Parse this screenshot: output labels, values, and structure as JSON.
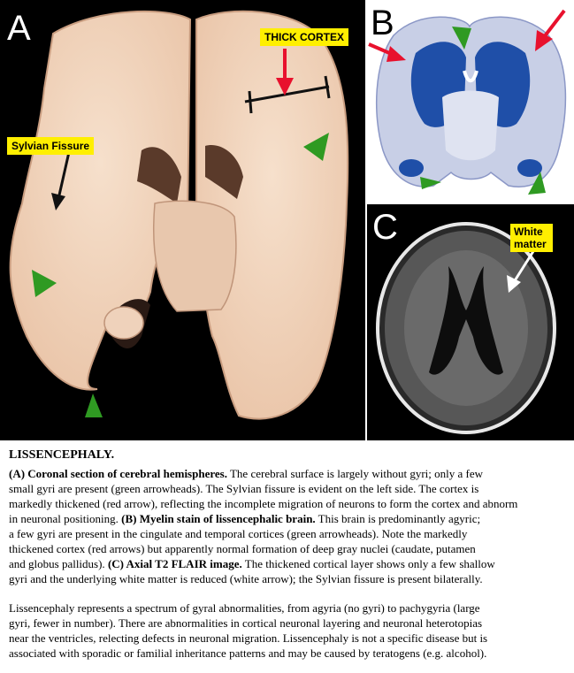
{
  "panels": {
    "a": {
      "letter": "A",
      "thick_cortex_label": "THICK CORTEX",
      "sylvian_label": "Sylvian Fissure"
    },
    "b": {
      "letter": "B"
    },
    "c": {
      "letter": "C",
      "white_matter_label": "White matter"
    }
  },
  "colors": {
    "arrow_red": "#e8112d",
    "arrowhead_green": "#2f9a22",
    "label_yellow": "#ffef00",
    "myelin_blue": "#1f4fa8"
  },
  "caption": {
    "title": "LISSENCEPHALY.",
    "lines": [
      {
        "a": "(A) ",
        "b": "Coronal section of cerebral hemispheres.",
        "c": " The cerebral surface is largely without gyri; only a few"
      },
      {
        "a": "",
        "b": "",
        "c": "small gyri are present (green arrowheads). The Sylvian fissure is evident on the left side. The cortex is"
      },
      {
        "a": "",
        "b": "",
        "c": "markedly thickened (red arrow), reflecting the incomplete migration of neurons to form the cortex and abnorm"
      },
      {
        "a": "",
        "b": "",
        "c": "in neuronal positioning. ",
        "d": "(B) Myelin stain of lissencephalic brain.",
        "e": " This brain is predominantly agyric;"
      },
      {
        "a": "",
        "b": "",
        "c": "a few gyri are present in the cingulate and temporal cortices (green arrowheads). Note the markedly"
      },
      {
        "a": "",
        "b": "",
        "c": "thickened cortex (red arrows) but apparently normal  formation of deep gray nuclei (caudate, putamen"
      },
      {
        "a": "",
        "b": "",
        "c": "and globus pallidus). ",
        "d": "(C) Axial T2 FLAIR image.",
        "e": " The thickened cortical layer shows only a few shallow"
      },
      {
        "a": "",
        "b": "",
        "c": "gyri and the underlying white matter is reduced (white arrow); the Sylvian fissure is present bilaterally."
      }
    ],
    "para2": [
      "Lissencephaly represents a spectrum of gyral abnormalities, from agyria (no gyri) to pachygyria (large",
      "gyri, fewer in number). There are abnormalities in cortical neuronal layering and neuronal heterotopias",
      "near the ventricles, relecting defects in neuronal migration. Lissencephaly is not a specific disease but is",
      "associated with sporadic or familial inheritance patterns and may be caused by teratogens (e.g. alcohol)."
    ]
  }
}
